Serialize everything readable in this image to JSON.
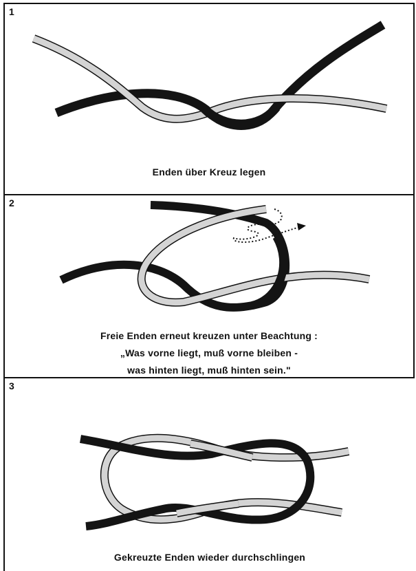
{
  "panels": [
    {
      "number": "1",
      "caption": "Enden über Kreuz legen"
    },
    {
      "number": "2",
      "caption_lines": [
        "Freie Enden erneut kreuzen unter Beachtung :",
        "„Was vorne liegt, muß vorne bleiben -",
        "was hinten liegt, muß hinten sein.\""
      ]
    },
    {
      "number": "3",
      "caption": "Gekreuzte Enden wieder durchschlingen"
    }
  ],
  "colors": {
    "dark_rope": "#141414",
    "light_rope": "#d4d4d4",
    "outline": "#111111"
  }
}
